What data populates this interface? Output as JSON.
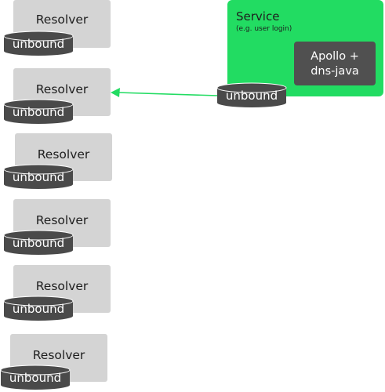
{
  "diagram": {
    "resolvers": [
      {
        "label": "Resolver",
        "db_label": "unbound"
      },
      {
        "label": "Resolver",
        "db_label": "unbound"
      },
      {
        "label": "Resolver",
        "db_label": "unbound"
      },
      {
        "label": "Resolver",
        "db_label": "unbound"
      },
      {
        "label": "Resolver",
        "db_label": "unbound"
      },
      {
        "label": "Resolver",
        "db_label": "unbound"
      }
    ],
    "service": {
      "title": "Service",
      "subtitle": "(e.g. user login)",
      "library_line1": "Apollo +",
      "library_line2": "dns-java",
      "db_label": "unbound"
    }
  },
  "colors": {
    "service_green": "#22dc62",
    "arrow_green": "#22dc62",
    "resolver_gray": "#d4d4d4",
    "db_dark": "#4a4a4a",
    "library_dark": "#505050"
  }
}
